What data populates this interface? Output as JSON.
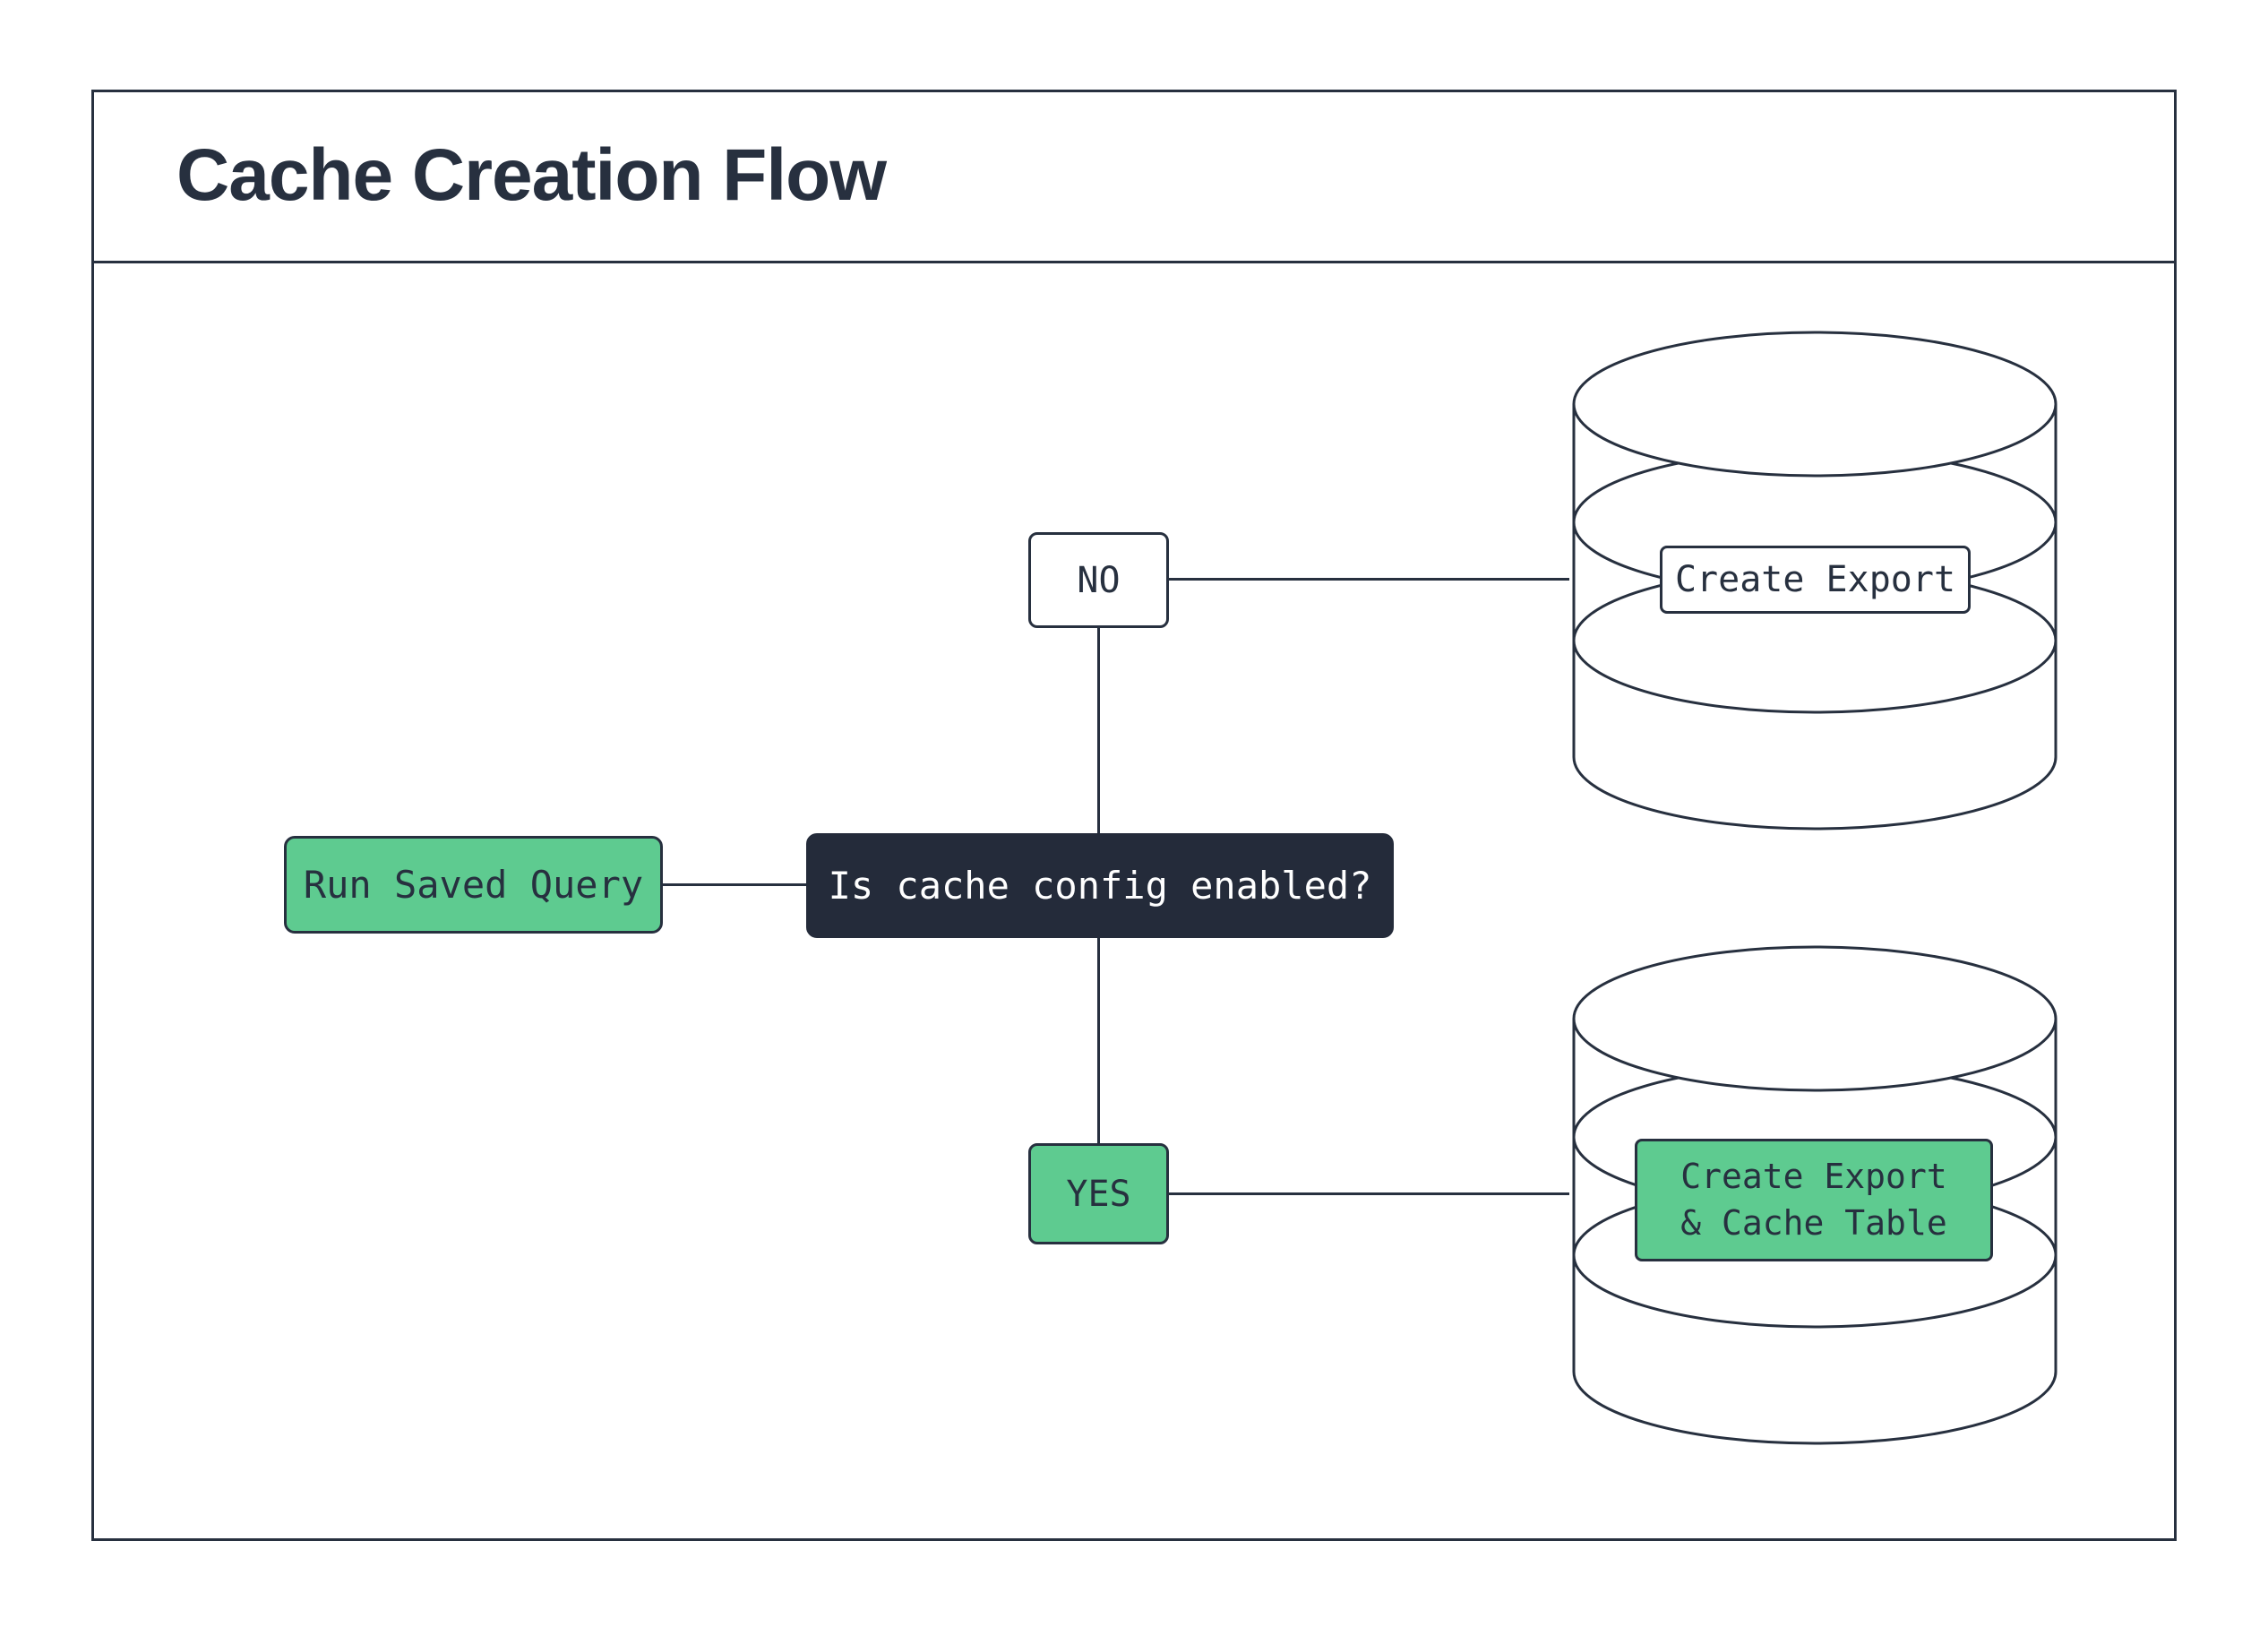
{
  "title": "Cache Creation Flow",
  "colors": {
    "ink": "#27303f",
    "green": "#5ecb90",
    "dark_node_bg": "#242b3a",
    "white": "#ffffff"
  },
  "nodes": {
    "run_saved_query": {
      "label": "Run Saved Query"
    },
    "decision": {
      "label": "Is cache config enabled?"
    },
    "no_branch": {
      "label": "NO"
    },
    "yes_branch": {
      "label": "YES"
    },
    "create_export": {
      "label": "Create Export"
    },
    "create_export_cache": {
      "line1": "Create Export",
      "line2": "& Cache Table"
    }
  },
  "icons": {
    "top_database": "database-cylinder-icon",
    "bottom_database": "database-cylinder-icon"
  }
}
